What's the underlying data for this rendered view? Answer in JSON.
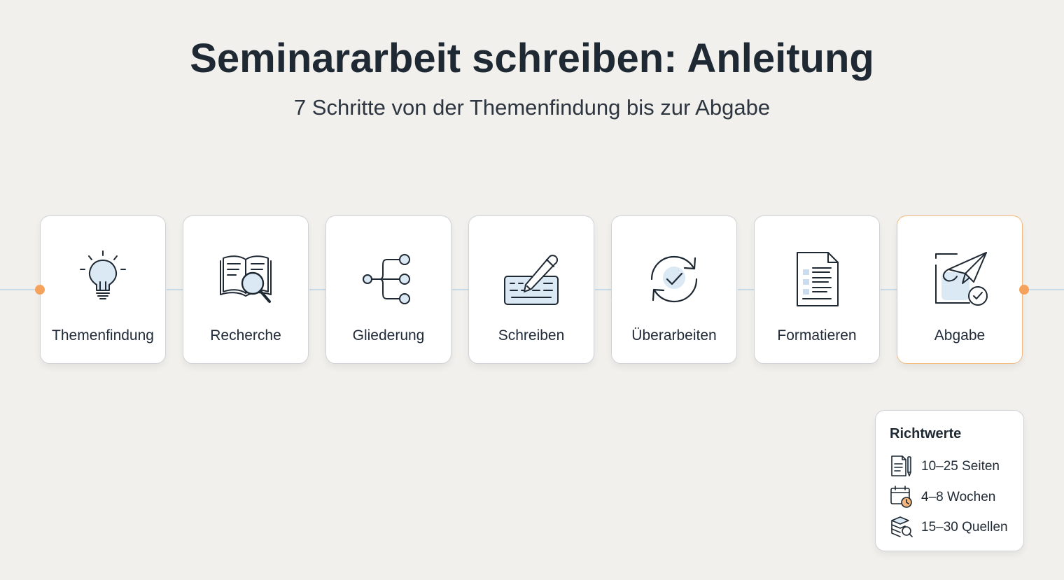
{
  "header": {
    "title": "Seminararbeit schreiben: Anleitung",
    "subtitle": "7 Schritte von der Themenfindung bis zur Abgabe"
  },
  "steps": [
    {
      "label": "Themenfindung",
      "icon": "lightbulb-icon"
    },
    {
      "label": "Recherche",
      "icon": "book-search-icon"
    },
    {
      "label": "Gliederung",
      "icon": "structure-tree-icon"
    },
    {
      "label": "Schreiben",
      "icon": "keyboard-pen-icon"
    },
    {
      "label": "Überarbeiten",
      "icon": "refresh-check-icon"
    },
    {
      "label": "Formatieren",
      "icon": "document-list-icon"
    },
    {
      "label": "Abgabe",
      "icon": "paper-plane-check-icon"
    }
  ],
  "info": {
    "title": "Richtwerte",
    "items": [
      {
        "text": "10–25 Seiten",
        "icon": "document-pencil-icon"
      },
      {
        "text": "4–8 Wochen",
        "icon": "calendar-clock-icon"
      },
      {
        "text": "15–30 Quellen",
        "icon": "books-search-icon"
      }
    ]
  },
  "colors": {
    "background": "#f1f0ec",
    "accent": "#f5a35c",
    "connector": "#b9d3e6",
    "icon_fill": "#dbe9f5",
    "text": "#1f2933"
  }
}
